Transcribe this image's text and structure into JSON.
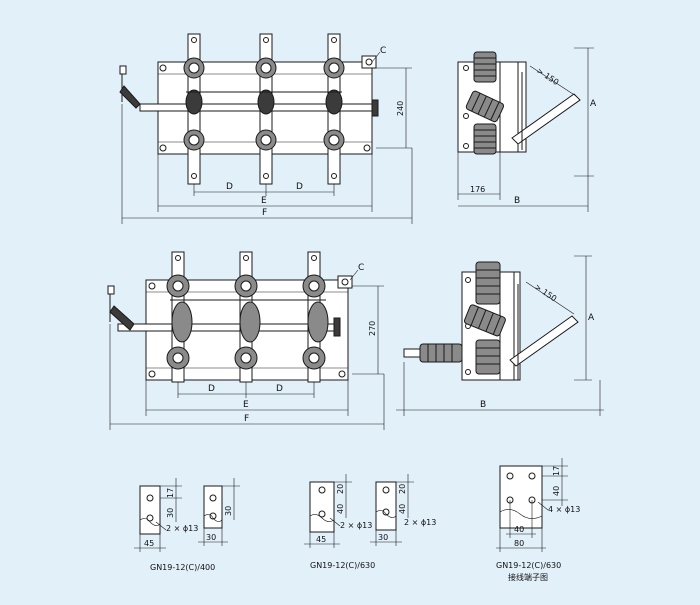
{
  "upper_front": {
    "label_c": "C",
    "label_d1": "D",
    "label_d2": "D",
    "label_e": "E",
    "label_f": "F",
    "label_240": "240"
  },
  "upper_side": {
    "label_150": "> 150",
    "label_a": "A",
    "label_176": "176",
    "label_b": "B"
  },
  "lower_front": {
    "label_c": "C",
    "label_d1": "D",
    "label_d2": "D",
    "label_e": "E",
    "label_f": "F",
    "label_270": "270"
  },
  "lower_side": {
    "label_150": "> 150",
    "label_a": "A",
    "label_b": "B"
  },
  "terminal_400": {
    "dim_17": "17",
    "dim_30": "30",
    "dim_30b": "30",
    "dim_45": "45",
    "dim_30c": "30",
    "holes": "2 × ϕ13",
    "caption": "GN19-12(C)/400"
  },
  "terminal_630a": {
    "dim_20": "20",
    "dim_40": "40",
    "dim_20b": "20",
    "dim_40b": "40",
    "dim_45": "45",
    "dim_30": "30",
    "holes": "2 × ϕ13",
    "caption": "GN19-12(C)/630"
  },
  "terminal_630b": {
    "dim_17": "17",
    "dim_40": "40",
    "dim_40b": "40",
    "dim_80": "80",
    "holes": "4 × ϕ13",
    "caption": "GN19-12(C)/630",
    "subcaption": "接线端子图"
  }
}
